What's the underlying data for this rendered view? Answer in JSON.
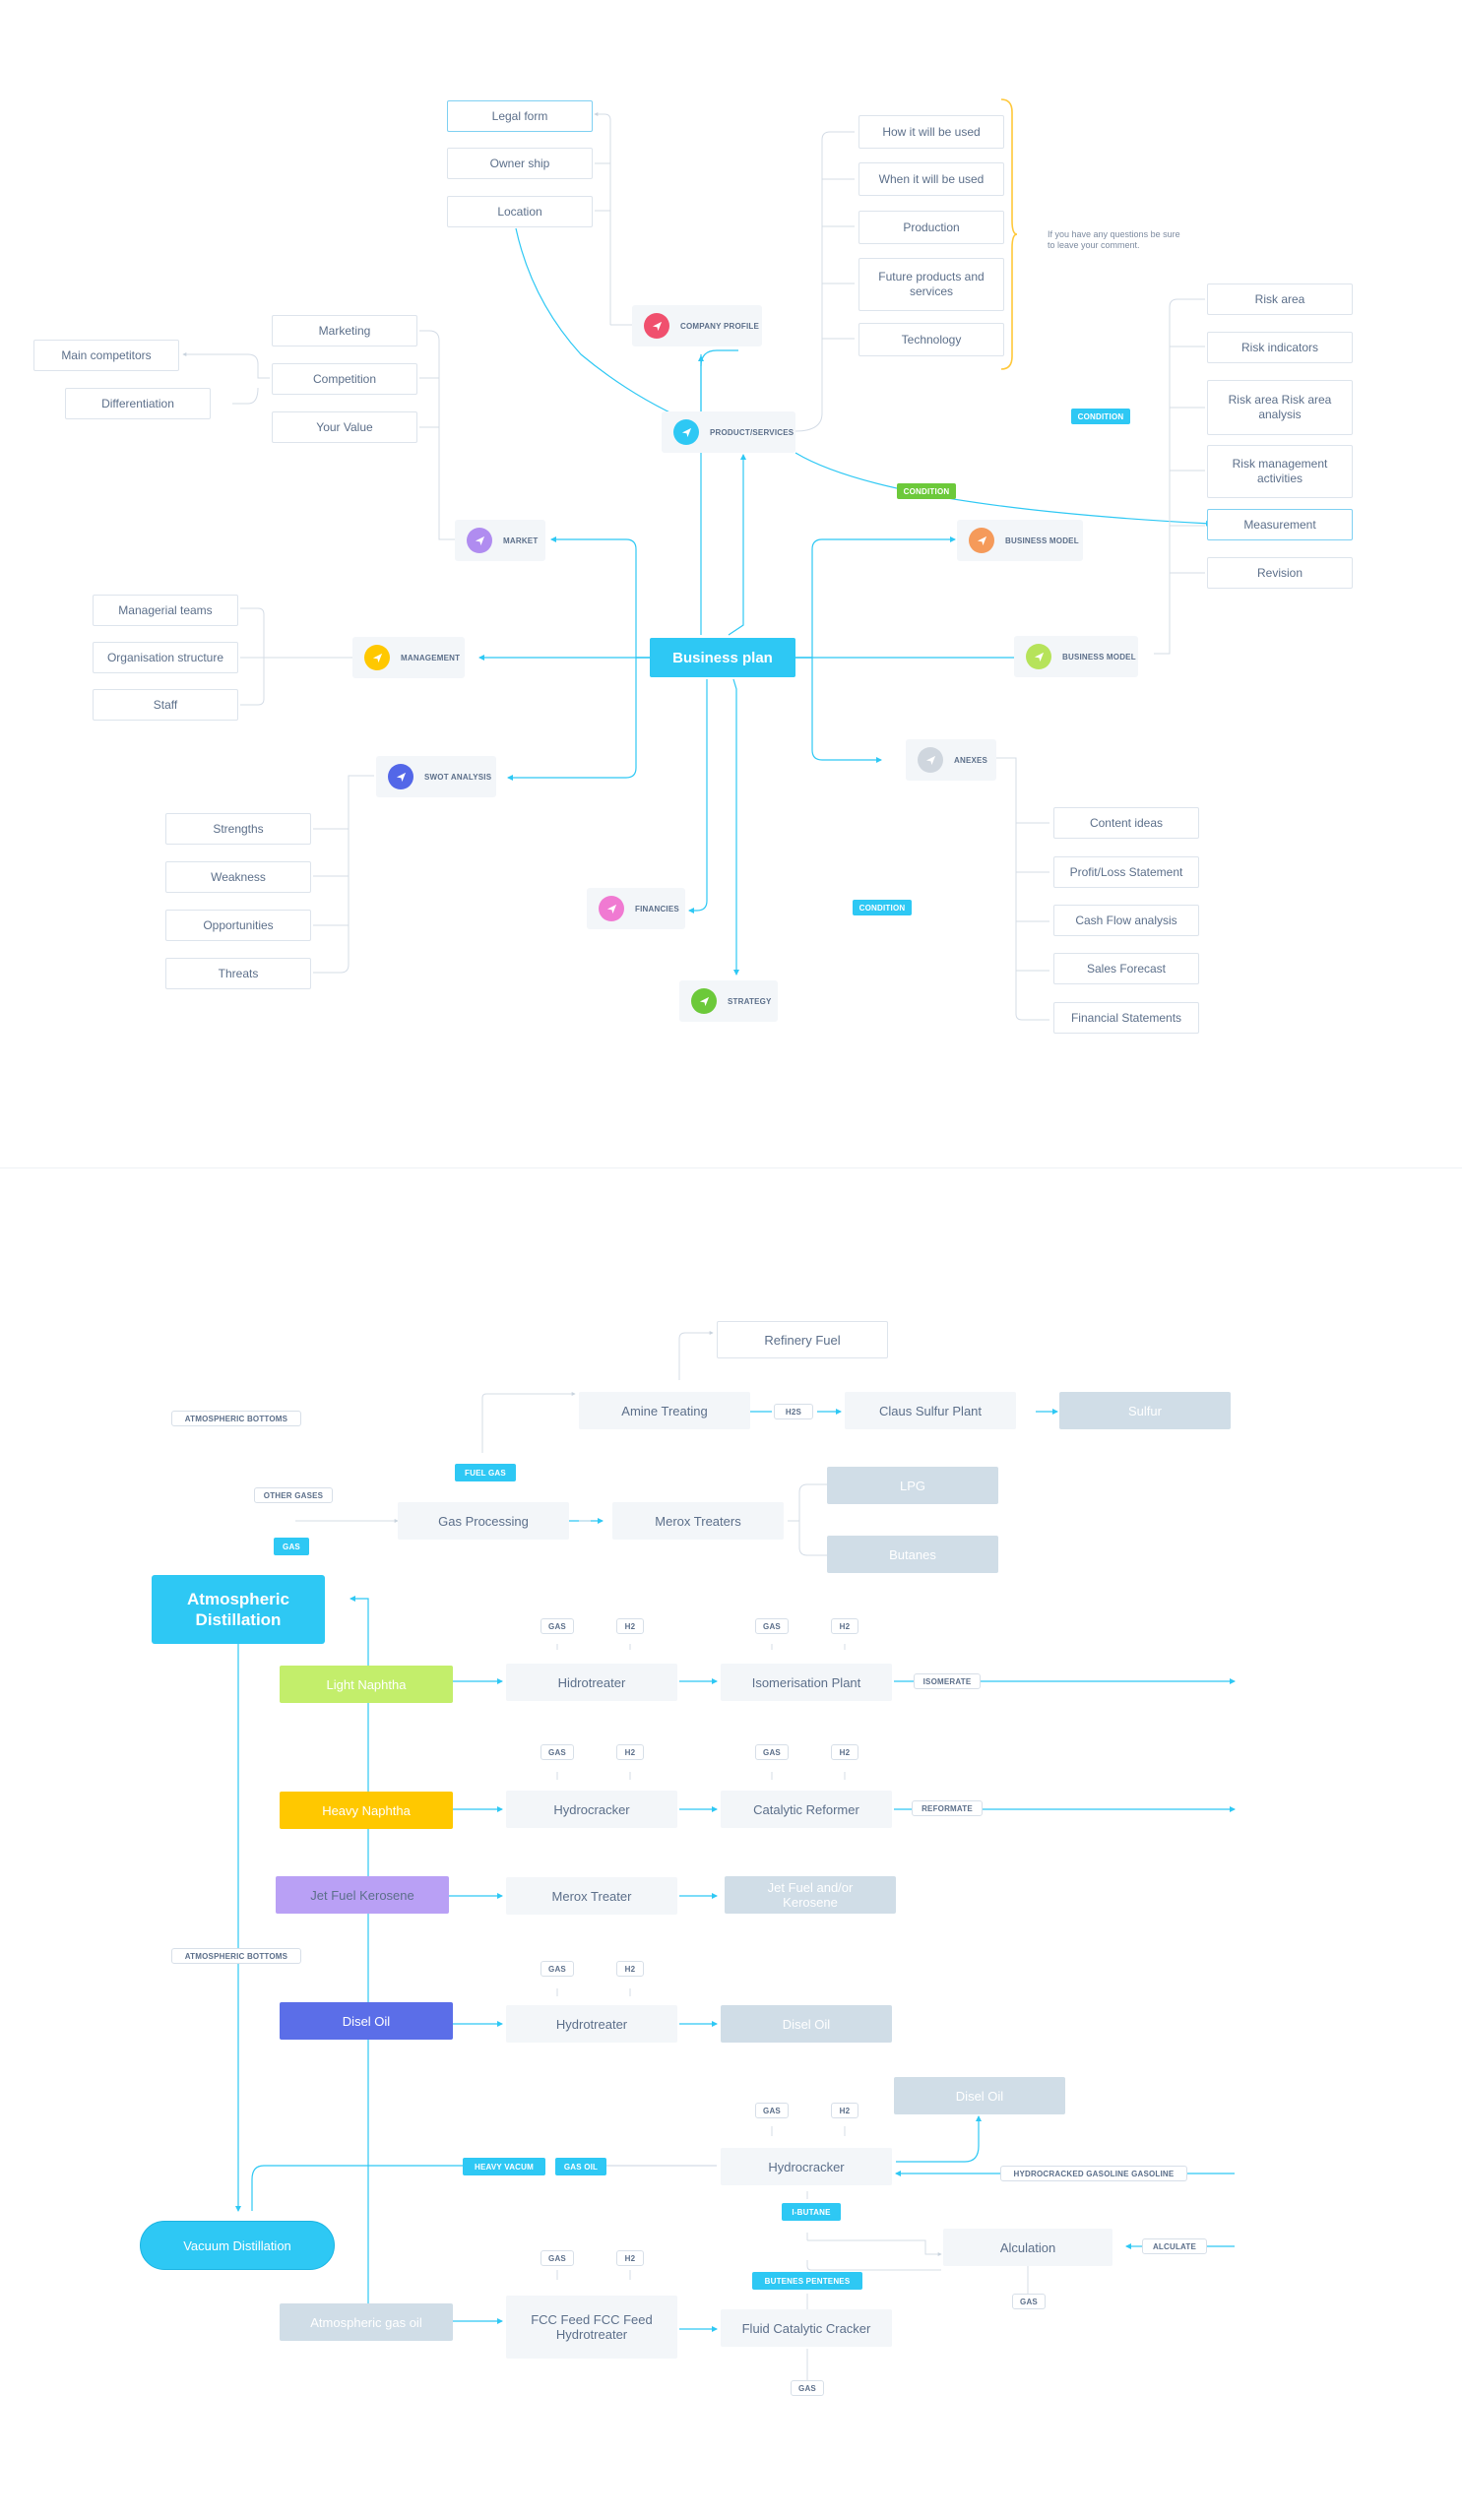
{
  "business_plan": {
    "center": "Business plan",
    "hubs": {
      "company_profile": "COMPANY PROFILE",
      "product_services": "PRODUCT/SERVICES",
      "market": "MARKET",
      "business_model_1": "BUSINESS MODEL",
      "business_model_2": "BUSINESS MODEL",
      "management": "MANAGEMENT",
      "swot": "SWOT ANALYSIS",
      "annexes": "ANEXES",
      "financies": "FINANCIES",
      "strategy": "STRATEGY"
    },
    "hub_colors": {
      "company_profile": "#f0506e",
      "product_services": "#2ec8f4",
      "market": "#b08cf0",
      "business_model_1": "#f59a5a",
      "business_model_2": "#b6e35a",
      "management": "#ffc800",
      "swot": "#5367e8",
      "annexes": "#cfd6de",
      "financies": "#f07ad2",
      "strategy": "#6cc93a"
    },
    "company_items": [
      "Legal form",
      "Owner ship",
      "Location"
    ],
    "product_items": [
      "How it will be used",
      "When it will be used",
      "Production",
      "Future products and services",
      "Technology"
    ],
    "note": "If you have any questions be sure to leave your comment.",
    "risk_items": [
      "Risk area",
      "Risk indicators",
      "Risk area Risk area analysis",
      "Risk management activities",
      "Measurement",
      "Revision"
    ],
    "market_items": [
      "Marketing",
      "Competition",
      "Your Value"
    ],
    "competition_items": [
      "Main competitors",
      "Differentiation"
    ],
    "management_items": [
      "Managerial teams",
      "Organisation structure",
      "Staff"
    ],
    "swot_items": [
      "Strengths",
      "Weakness",
      "Opportunities",
      "Threats"
    ],
    "annex_items": [
      "Content ideas",
      "Profit/Loss Statement",
      "Cash Flow analysis",
      "Sales Forecast",
      "Financial Statements"
    ],
    "conditions": [
      "CONDITION",
      "CONDITION",
      "CONDITION"
    ]
  },
  "refinery": {
    "atmospheric_distillation": "Atmospheric Distillation",
    "vacuum_distillation": "Vacuum Distillation",
    "feeds": {
      "light_naphtha": "Light Naphtha",
      "heavy_naphtha": "Heavy Naphtha",
      "jet_fuel": "Jet Fuel Kerosene",
      "disel_oil": "Disel Oil",
      "atm_gas_oil": "Atmospheric gas oil"
    },
    "feed_colors": {
      "light_naphtha": "#c3ee6b",
      "heavy_naphtha": "#ffc800",
      "jet_fuel": "#b9a0f5",
      "disel_oil": "#5b6ee8",
      "atm_gas_oil": "#d0dde7"
    },
    "processes": {
      "amine": "Amine Treating",
      "claus": "Claus Sulfur Plant",
      "gas_processing": "Gas Processing",
      "merox_treaters": "Merox Treaters",
      "hidrotreater": "Hidrotreater",
      "isomerisation": "Isomerisation Plant",
      "hydrocracker_1": "Hydrocracker",
      "catalytic_reformer": "Catalytic Reformer",
      "merox_treater": "Merox Treater",
      "hydrotreater": "Hydrotreater",
      "hydrocracker_2": "Hydrocracker",
      "alculation": "Alculation",
      "fcc_feed": "FCC Feed FCC Feed Hydrotreater",
      "fcc": "Fluid Catalytic Cracker"
    },
    "products": {
      "refinery_fuel": "Refinery Fuel",
      "sulfur": "Sulfur",
      "lpg": "LPG",
      "butanes": "Butanes",
      "jet_fuel_out": "Jet Fuel and/or Kerosene",
      "disel_out_1": "Disel Oil",
      "disel_out_2": "Disel Oil"
    },
    "tags": {
      "atm_bottoms_1": "ATMOSPHERIC BOTTOMS",
      "other_gases": "OTHER GASES",
      "h2s": "H2S",
      "isomerate": "ISOMERATE",
      "reformate": "REFORMATE",
      "atm_bottoms_2": "ATMOSPHERIC BOTTOMS",
      "hc_gasoline": "HYDROCRACKED GASOLINE GASOLINE",
      "alculate": "ALCULATE",
      "gas_alc": "GAS",
      "gas_fcc": "GAS",
      "gas": "GAS",
      "h2": "H2"
    },
    "badges": {
      "fuel_gas": "FUEL GAS",
      "gas": "GAS",
      "heavy_vacum": "HEAVY VACUM",
      "gas_oil": "GAS OIL",
      "i_butane": "I-BUTANE",
      "butenes": "BUTENES PENTENES"
    }
  }
}
